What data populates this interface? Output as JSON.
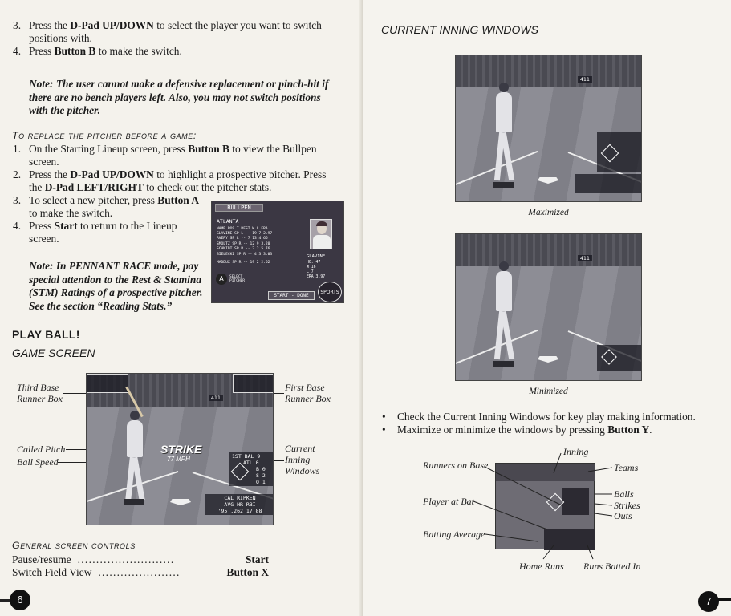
{
  "left": {
    "steps_top": [
      {
        "num": "3.",
        "text_a": "Press the ",
        "bold_a": "D-Pad UP/DOWN",
        "text_b": " to select the player you want to switch positions with."
      },
      {
        "num": "4.",
        "text_a": "Press ",
        "bold_a": "Button B",
        "text_b": " to make the switch."
      }
    ],
    "note1": "Note: The user cannot make a defensive replacement or pinch-hit if there are no bench players left. Also, you may not switch positions with the pitcher.",
    "replace_heading": "To replace the pitcher before a game:",
    "replace_steps": [
      {
        "num": "1.",
        "text_a": "On the Starting Lineup screen, press ",
        "bold_a": "Button B",
        "text_b": " to view the Bullpen screen."
      },
      {
        "num": "2.",
        "text_a": "Press the ",
        "bold_a": "D-Pad UP/DOWN",
        "text_b": " to highlight a prospective pitcher. Press the ",
        "bold_b": "D-Pad LEFT/RIGHT",
        "text_c": " to check out the pitcher stats."
      },
      {
        "num": "3.",
        "text_a": "To select a new pitcher, press ",
        "bold_a": "Button A",
        "text_b": " to make the switch."
      },
      {
        "num": "4.",
        "text_a": "Press ",
        "bold_a": "Start",
        "text_b": " to return to the Lineup screen."
      }
    ],
    "note2": "Note: In PENNANT RACE mode, pay special attention to the Rest & Stamina (STM) Ratings of a prospective pitcher. See the section “Reading Stats.”",
    "bullpen": {
      "title": "BULLPEN",
      "team": "ATLANTA",
      "header": "NAME   POS T REST W  L  ERA",
      "rows": [
        "GLAVINE  SP L  --  19  7 2.97",
        "AVERY    SP L  --   7 13 4.66",
        "SMOLTZ   SP R  --  12  9 3.20",
        "SCHMIDT  SP R  --   2  2 5.76",
        "BIELECKI SP R  --   4  3 3.03",
        "MADDUX   SP R  --  19  2 2.62"
      ],
      "player": "GLAVINE",
      "stat_lines": [
        "HO. 47",
        "W   16",
        "L    7",
        "ERA 3.97"
      ],
      "select_label": "SELECT PITCHER",
      "start_done": "START - DONE",
      "logo": "SPORTS"
    },
    "play_ball": "PLAY BALL!",
    "game_screen": "GAME SCREEN",
    "labels": {
      "third_base": "Third Base Runner Box",
      "called_pitch": "Called Pitch",
      "ball_speed": "Ball Speed",
      "first_base": "First Base Runner Box",
      "current_inning": "Current Inning Windows"
    },
    "game_hud": {
      "strike": "STRIKE",
      "speed": "77 MPH",
      "inning": "1ST",
      "team1": "BAL",
      "team1_score": "9",
      "team2": "ATL",
      "team2_score": "0",
      "balls": "B 0",
      "strikes": "S 2",
      "outs": "O 1",
      "batter": "CAL RIPKEN",
      "stat_head": "AVG   HR   RBI",
      "stat_vals": "'95 .262  17   88",
      "runner_num": "411"
    },
    "controls_heading": "General screen controls",
    "controls": [
      {
        "action": "Pause/resume",
        "dots": "..........................",
        "button": "Start"
      },
      {
        "action": "Switch Field View",
        "dots": "......................",
        "button": "Button X"
      }
    ],
    "page_number": "6"
  },
  "right": {
    "heading": "CURRENT INNING WINDOWS",
    "caption_max": "Maximized",
    "caption_min": "Minimized",
    "bullets": [
      {
        "text_a": "Check the Current Inning Windows for key play making information.",
        "bold_a": ""
      },
      {
        "text_a": "Maximize or minimize the windows by pressing ",
        "bold_a": "Button Y",
        "text_b": "."
      }
    ],
    "diagram_labels": {
      "inning": "Inning",
      "runners": "Runners on Base",
      "teams": "Teams",
      "player_at_bat": "Player at Bat",
      "balls": "Balls",
      "strikes": "Strikes",
      "outs": "Outs",
      "batting_average": "Batting Average",
      "home_runs": "Home Runs",
      "runs_batted_in": "Runs Batted In"
    },
    "page_number": "7"
  }
}
